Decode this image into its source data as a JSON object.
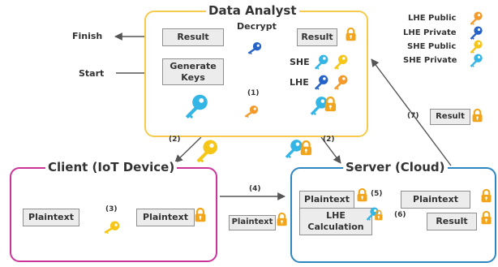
{
  "colors": {
    "analyst_border": "#f6cb4b",
    "client_border": "#cc3399",
    "server_border": "#2e86c1",
    "lhe_public": "#f39a2b",
    "lhe_private": "#2663c9",
    "she_public": "#f5c518",
    "she_private": "#33b5e5",
    "lock": "#f2a51a",
    "arrow": "#555555"
  },
  "legend": [
    {
      "label": "LHE Public",
      "icon": "key-icon",
      "color": "#f39a2b"
    },
    {
      "label": "LHE Private",
      "icon": "key-icon",
      "color": "#2663c9"
    },
    {
      "label": "SHE Public",
      "icon": "key-icon",
      "color": "#f5c518"
    },
    {
      "label": "SHE Private",
      "icon": "key-icon",
      "color": "#33b5e5"
    }
  ],
  "analyst": {
    "title": "Data Analyst",
    "result_left": "Result",
    "result_right": "Result",
    "decrypt": "Decrypt",
    "generate_keys": "Generate\nKeys",
    "she": "SHE",
    "lhe": "LHE",
    "step1": "(1)"
  },
  "outside": {
    "finish": "Finish",
    "start": "Start",
    "step2_left": "(2)",
    "step2_right": "(2)",
    "step4": "(4)",
    "step7": "(7)",
    "result_cloud": "Result",
    "plaintext_transit": "Plaintext"
  },
  "client": {
    "title": "Client (IoT Device)",
    "plaintext_left": "Plaintext",
    "plaintext_right": "Plaintext",
    "step3": "(3)"
  },
  "server": {
    "title": "Server (Cloud)",
    "plaintext_in": "Plaintext",
    "plaintext_out": "Plaintext",
    "lhe_calc": "LHE\nCalculation",
    "result": "Result",
    "step5": "(5)",
    "step6": "(6)"
  }
}
